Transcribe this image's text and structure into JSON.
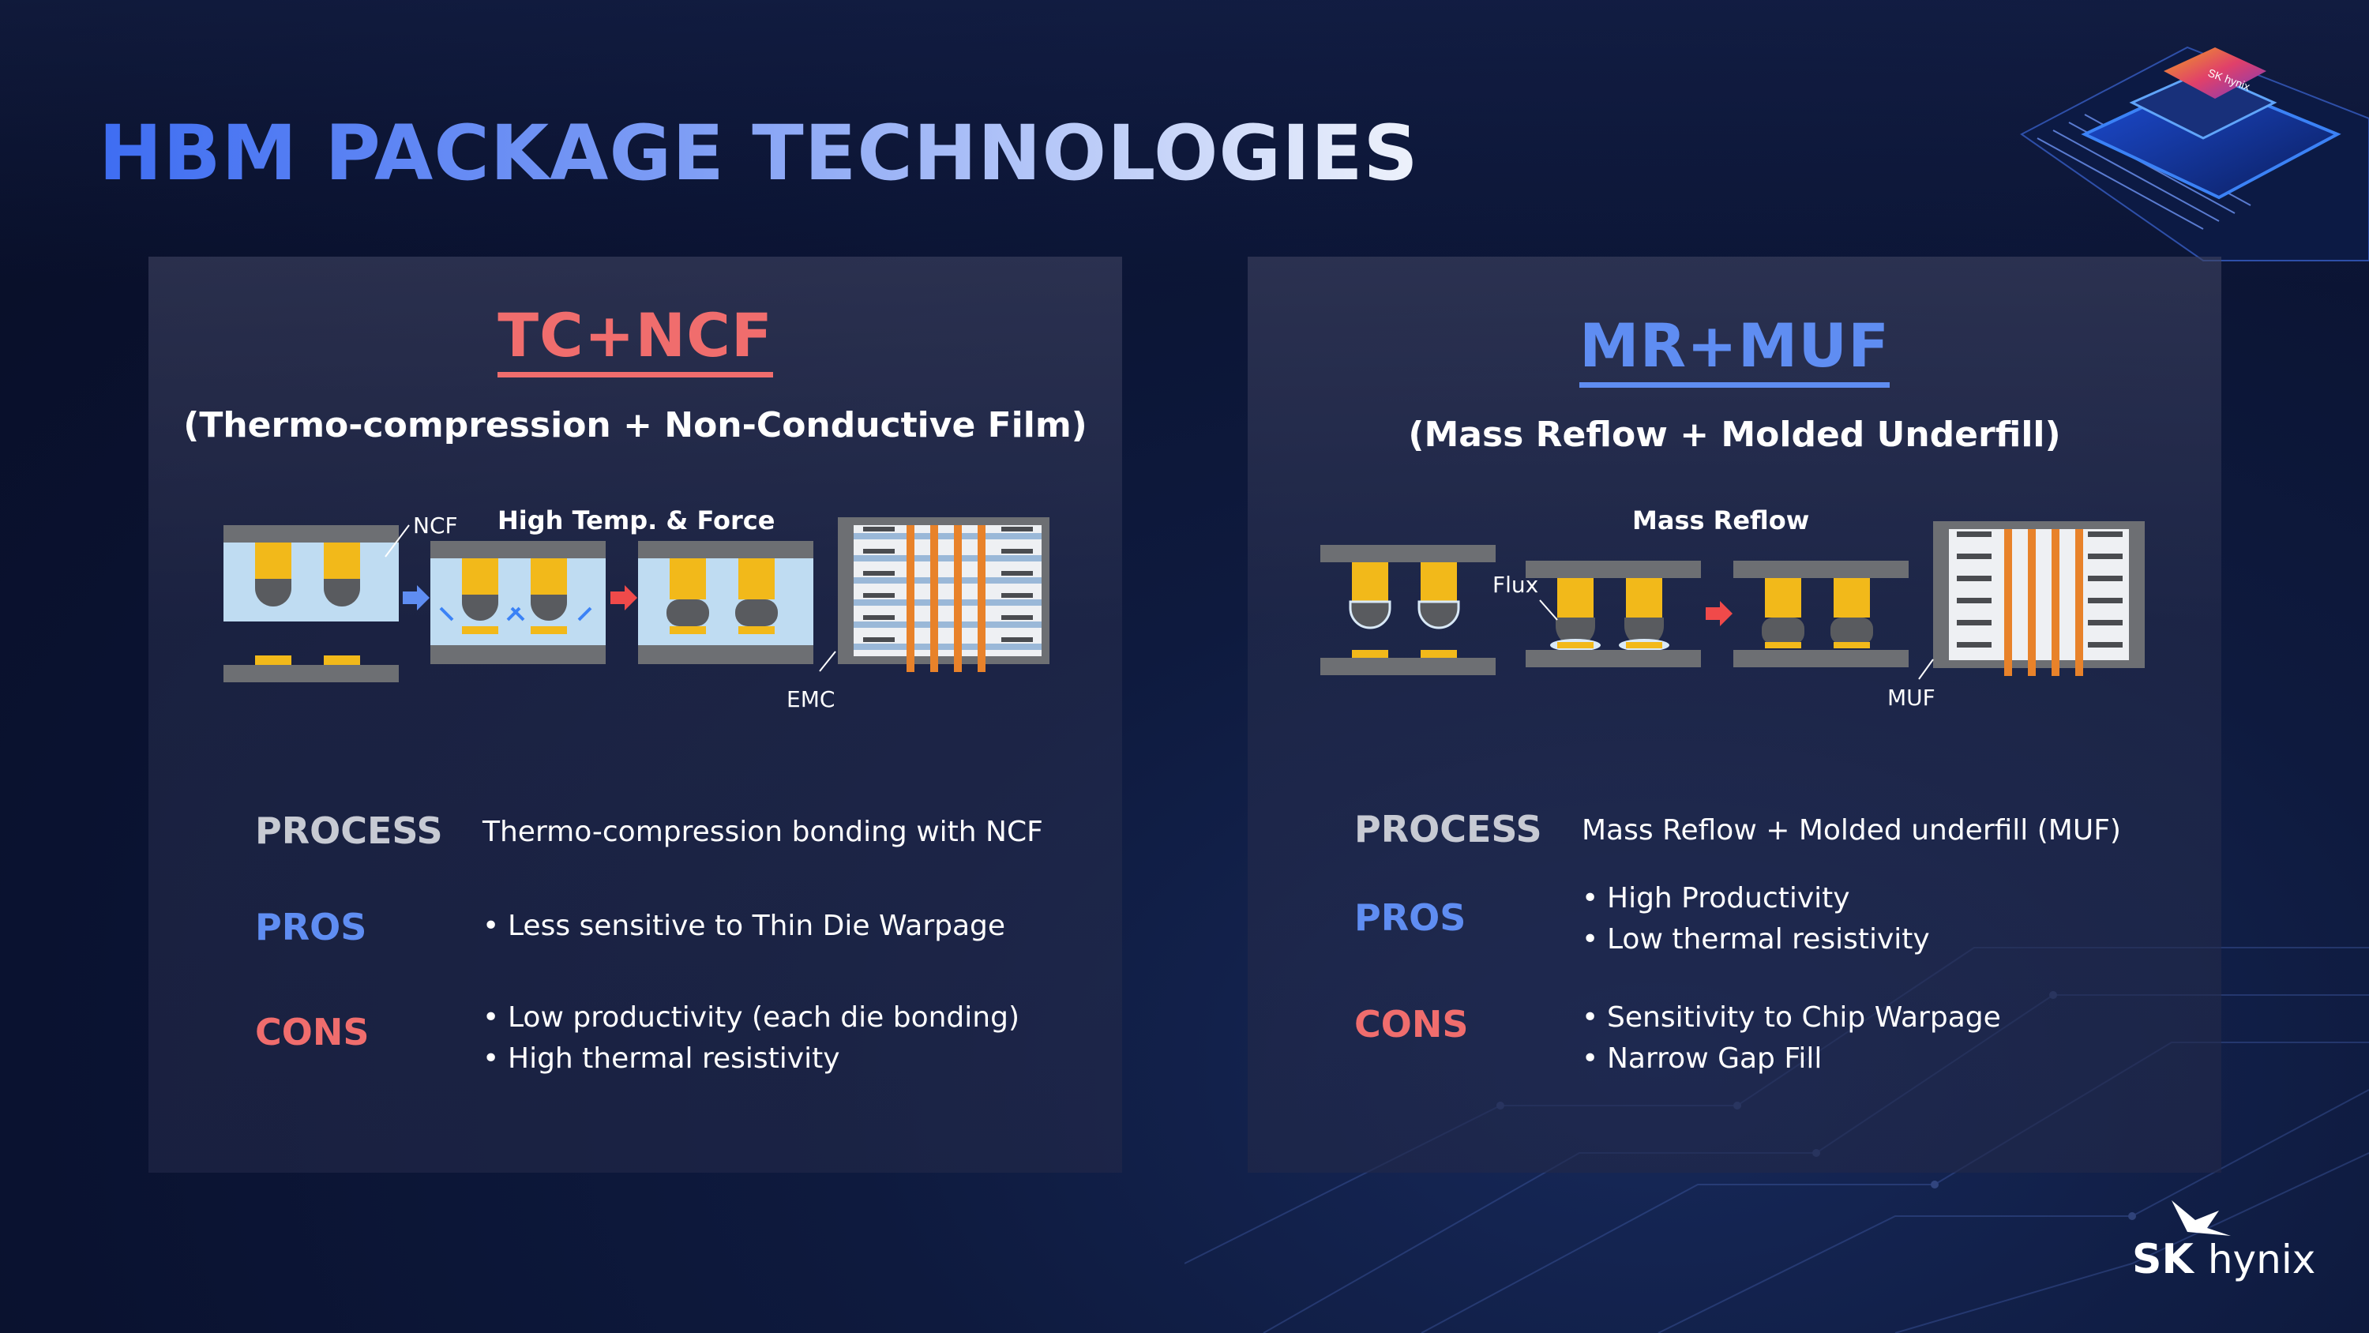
{
  "title": "HBM PACKAGE TECHNOLOGIES",
  "logo": {
    "brand": "SK",
    "product": "hynix",
    "chip_label": "SK hynix"
  },
  "colors": {
    "accent_red": "#f06d6d",
    "accent_blue": "#5f8df2",
    "die": "#6a6c70",
    "bump": "#f2b91a"
  },
  "left": {
    "title": "TC+NCF",
    "subtitle": "(Thermo-compression + Non-Conductive Film)",
    "diagram": {
      "step_label": "High Temp. & Force",
      "ncf_label": "NCF",
      "emc_label": "EMC"
    },
    "process_label": "PROCESS",
    "process_text": "Thermo-compression bonding with NCF",
    "pros_label": "PROS",
    "pros": [
      "Less sensitive to Thin Die Warpage"
    ],
    "cons_label": "CONS",
    "cons": [
      "Low productivity (each die bonding)",
      "High thermal resistivity"
    ]
  },
  "right": {
    "title": "MR+MUF",
    "subtitle": "(Mass Reflow + Molded Underfill)",
    "diagram": {
      "step_label": "Mass Reflow",
      "flux_label": "Flux",
      "muf_label": "MUF"
    },
    "process_label": "PROCESS",
    "process_text": "Mass Reflow + Molded underfill (MUF)",
    "pros_label": "PROS",
    "pros": [
      "High Productivity",
      "Low thermal resistivity"
    ],
    "cons_label": "CONS",
    "cons": [
      "Sensitivity to Chip Warpage",
      "Narrow Gap Fill"
    ]
  }
}
